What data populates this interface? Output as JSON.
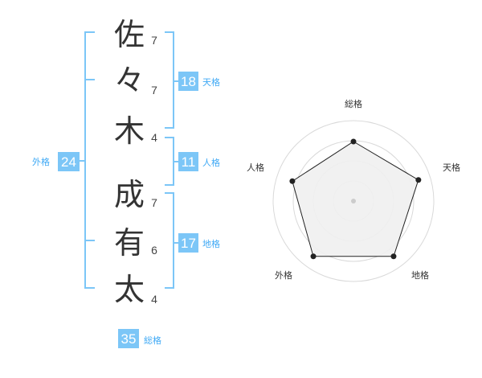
{
  "name": {
    "characters": [
      {
        "char": "佐",
        "strokes": "7"
      },
      {
        "char": "々",
        "strokes": "7"
      },
      {
        "char": "木",
        "strokes": "4"
      },
      {
        "char": "成",
        "strokes": "7"
      },
      {
        "char": "有",
        "strokes": "6"
      },
      {
        "char": "太",
        "strokes": "4"
      }
    ]
  },
  "fortunes": {
    "tenkaku": {
      "value": "18",
      "label": "天格"
    },
    "jinkaku": {
      "value": "11",
      "label": "人格"
    },
    "chikaku": {
      "value": "17",
      "label": "地格"
    },
    "gaikaku": {
      "value": "24",
      "label": "外格"
    },
    "soukaku": {
      "value": "35",
      "label": "総格"
    }
  },
  "colors": {
    "accent": "#3fa9f5",
    "badge_fill": "#7cc6f7",
    "bracket": "#7cc6f7",
    "ring": "#d9d9d9",
    "polygon_fill": "#f0f0f0",
    "polygon_stroke": "#222222",
    "text": "#333333"
  },
  "chart_data": {
    "type": "radar",
    "axes": [
      "総格",
      "天格",
      "地格",
      "外格",
      "人格"
    ],
    "values": [
      0.74,
      0.85,
      0.85,
      0.85,
      0.8
    ],
    "range": [
      0,
      1
    ],
    "rings": 4,
    "grid": true
  }
}
